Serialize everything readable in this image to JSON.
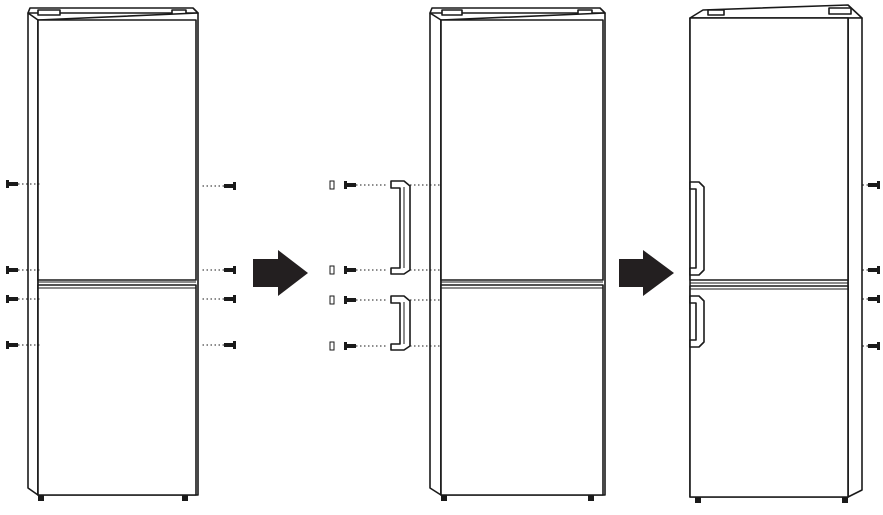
{
  "diagram": {
    "description_steps": 3,
    "colors": {
      "line": "#1a1a1a",
      "background": "#ffffff",
      "arrow": "#231f20"
    },
    "icons": {
      "arrow": "right-arrow-icon",
      "screw": "screw-icon",
      "plug": "hole-plug-icon",
      "handle": "door-handle-icon"
    },
    "steps": [
      {
        "name": "step-1-remove-screws",
        "handles": false,
        "plugs": false,
        "screw_side": "both"
      },
      {
        "name": "step-2-attach-handles",
        "handles": true,
        "plugs": true,
        "screw_side": "left"
      },
      {
        "name": "step-3-reversed-door",
        "handles": true,
        "plugs": false,
        "screw_side": "right"
      }
    ]
  }
}
